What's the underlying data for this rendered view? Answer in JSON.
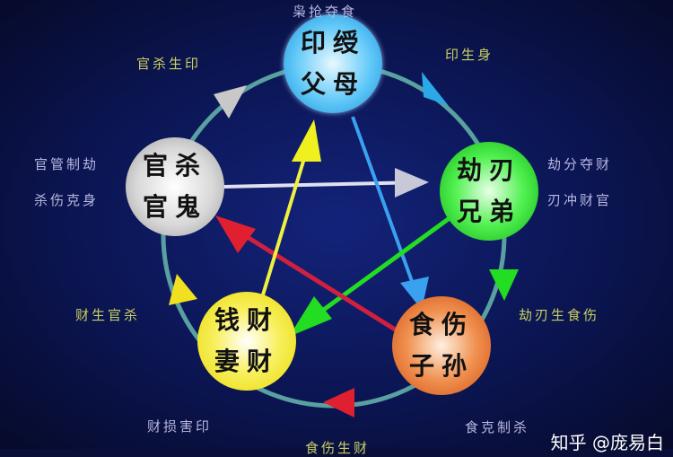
{
  "nodes": {
    "top": {
      "line1": "印绶",
      "line2": "父母",
      "color": "#2aa8e8"
    },
    "left": {
      "line1": "官杀",
      "line2": "官鬼",
      "color": "#c8c8c8"
    },
    "right": {
      "line1": "劫刃",
      "line2": "兄弟",
      "color": "#22dd22"
    },
    "bottom_left": {
      "line1": "钱财",
      "line2": "妻财",
      "color": "#f0e020"
    },
    "bottom_right": {
      "line1": "食伤",
      "line2": "子孙",
      "color": "#e86a1a"
    }
  },
  "labels": {
    "top": "枭抢夺食",
    "top_left": "官杀生印",
    "top_right": "印生身",
    "left_1": "官管制劫",
    "left_2": "杀伤克身",
    "right_1": "劫分夺财",
    "right_2": "刃冲财官",
    "bottom_left_side": "财生官杀",
    "bottom_right_side": "劫刃生食伤",
    "bottom_left": "财损害印",
    "bottom_center": "食伤生财",
    "bottom_right": "食克制杀"
  },
  "watermark": "知乎 @庞易白"
}
